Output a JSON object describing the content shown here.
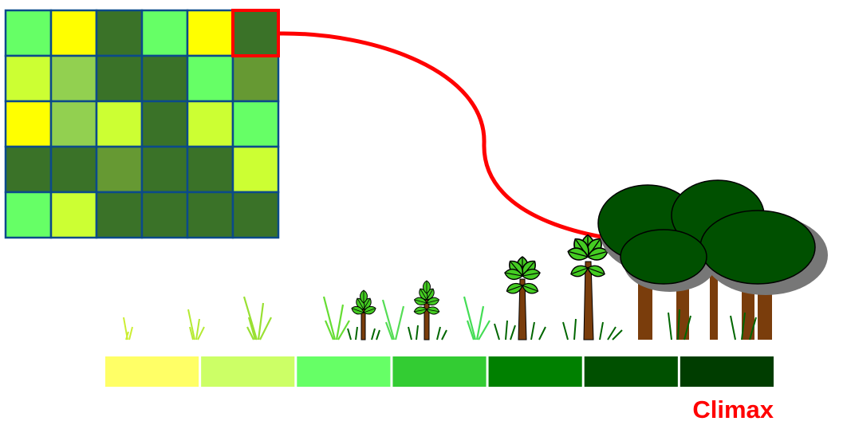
{
  "grid": {
    "rows": [
      [
        "c4",
        "c0",
        "c6",
        "c4",
        "c0",
        "c6"
      ],
      [
        "c1",
        "c3",
        "c6",
        "c6",
        "c4",
        "c5"
      ],
      [
        "c0",
        "c3",
        "c1",
        "c6",
        "c1",
        "c4"
      ],
      [
        "c6",
        "c6",
        "c5",
        "c6",
        "c6",
        "c1"
      ],
      [
        "c4",
        "c1",
        "c6",
        "c6",
        "c6",
        "c6"
      ]
    ],
    "palette": {
      "c0": "#ffff00",
      "c1": "#ccff33",
      "c3": "#92d050",
      "c4": "#66ff66",
      "c5": "#669933",
      "c6": "#3a7228"
    },
    "border_color": "#0b4a8a",
    "highlight": {
      "row": 0,
      "col": 5,
      "color": "#ff0000"
    }
  },
  "arrow_color": "#ff0000",
  "succession_bar": {
    "stage_colors": [
      "#ffff66",
      "#ccff66",
      "#66ff66",
      "#33cc33",
      "#008000",
      "#005000",
      "#003d00"
    ]
  },
  "climax_label": "Climax",
  "icons": {
    "stages": [
      "sprout-icon",
      "grass-icon",
      "grass-icon",
      "shrub-icon",
      "small-tree-icon",
      "tree-icon",
      "forest-icon"
    ]
  }
}
